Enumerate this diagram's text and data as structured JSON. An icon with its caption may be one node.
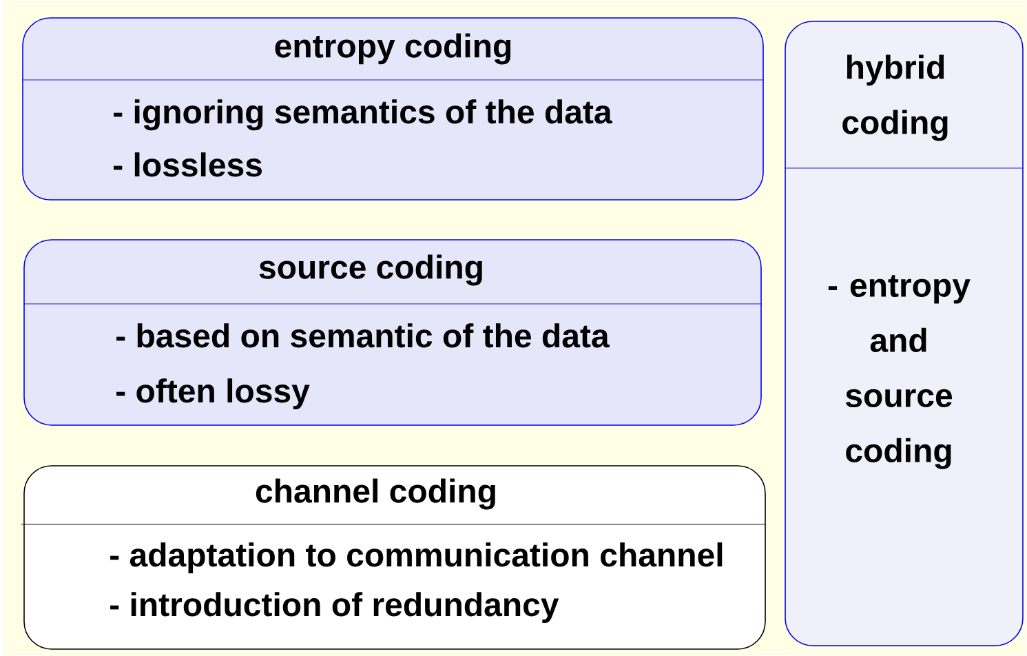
{
  "diagram": {
    "nodes": [
      {
        "text": [
          "entropy coding",
          "- ignoring semantics of the data",
          "- lossless"
        ]
      },
      {
        "text": [
          "source coding",
          "- based on semantic of the data",
          "- often lossy"
        ]
      },
      {
        "text": [
          "channel coding",
          "- adaptation to communication channel",
          "- introduction of redundancy"
        ]
      },
      {
        "text": [
          "hybrid coding",
          "- entropy and source coding"
        ]
      }
    ]
  }
}
